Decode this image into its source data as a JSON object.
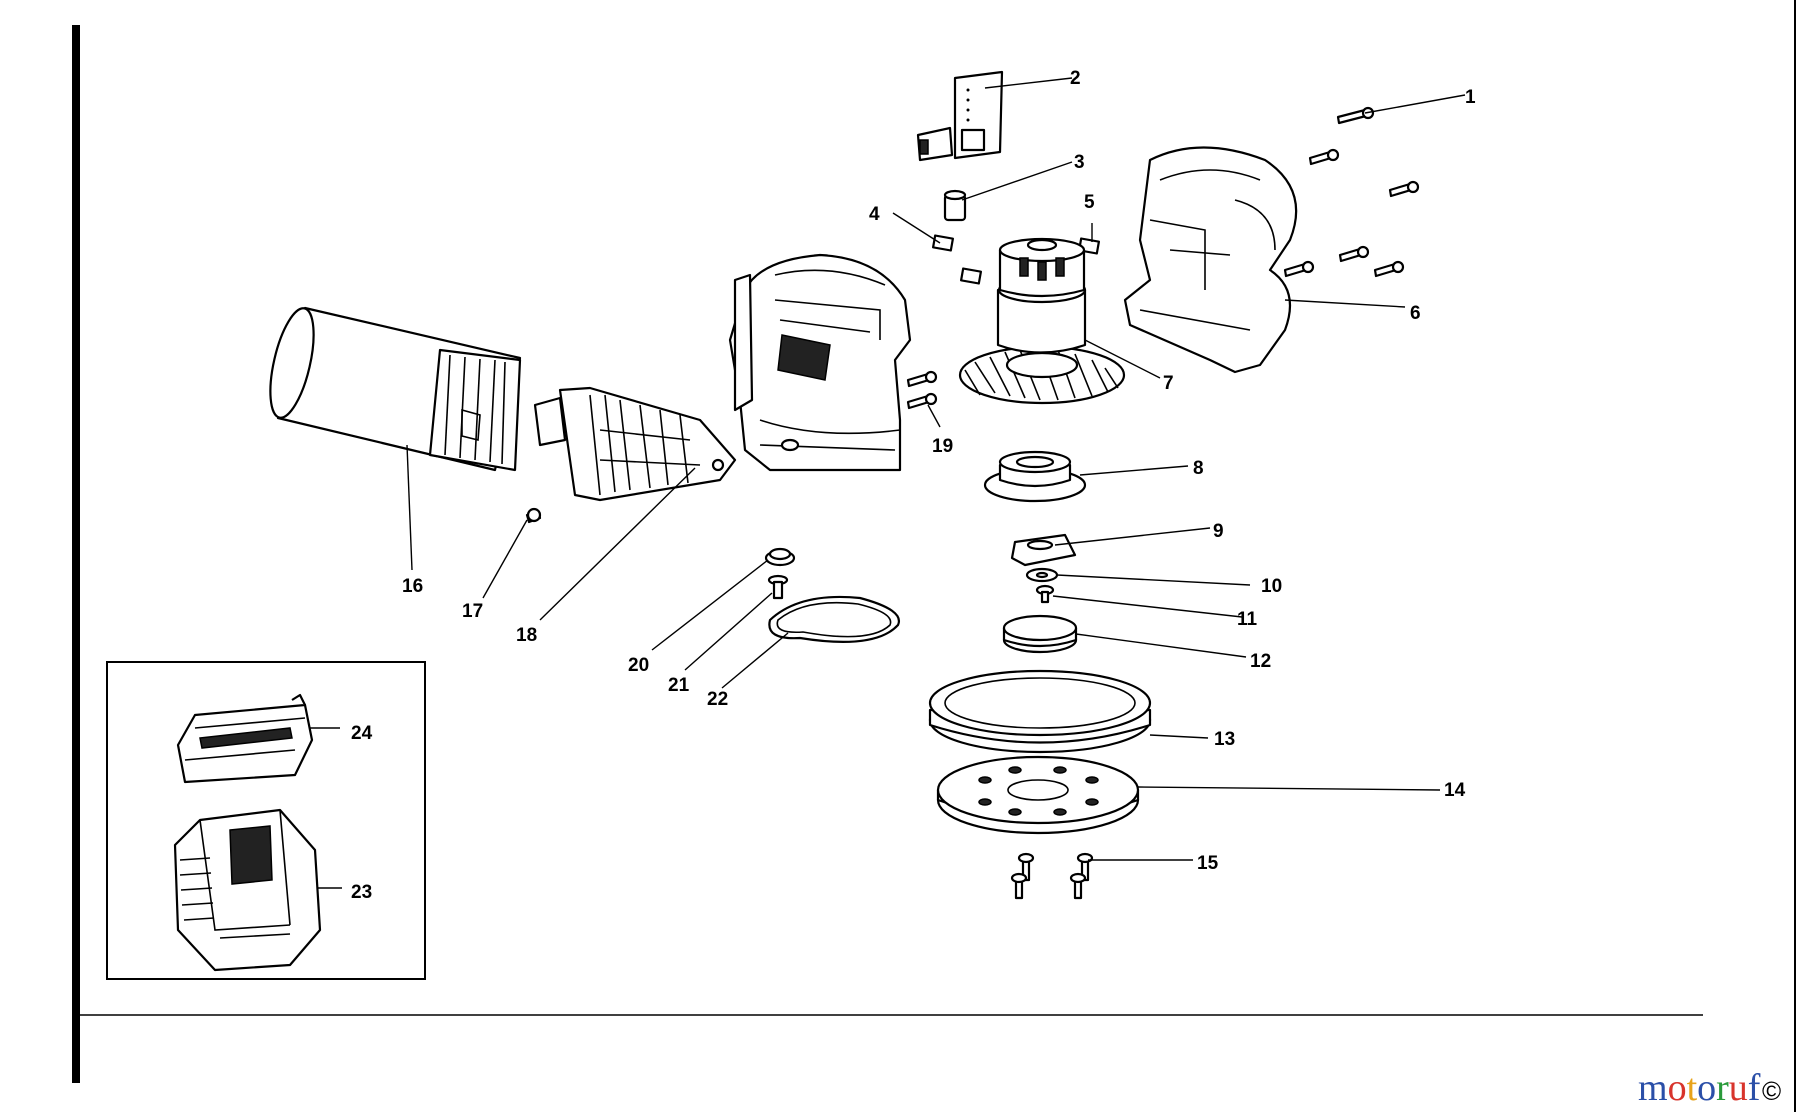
{
  "callouts": {
    "c1": "1",
    "c2": "2",
    "c3": "3",
    "c4": "4",
    "c5": "5",
    "c6": "6",
    "c7": "7",
    "c8": "8",
    "c9": "9",
    "c10": "10",
    "c11": "11",
    "c12": "12",
    "c13": "13",
    "c14": "14",
    "c15": "15",
    "c16": "16",
    "c17": "17",
    "c18": "18",
    "c19": "19",
    "c20": "20",
    "c21": "21",
    "c22": "22",
    "c23": "23",
    "c24": "24"
  },
  "watermark": {
    "letters": [
      "m",
      "o",
      "t",
      "o",
      "r",
      "u",
      "f"
    ],
    "colors": [
      "#2b4fa8",
      "#d8342c",
      "#e8a31a",
      "#2b4fa8",
      "#2a9a3a",
      "#d8342c",
      "#2b4fa8"
    ],
    "copyright": "©"
  }
}
